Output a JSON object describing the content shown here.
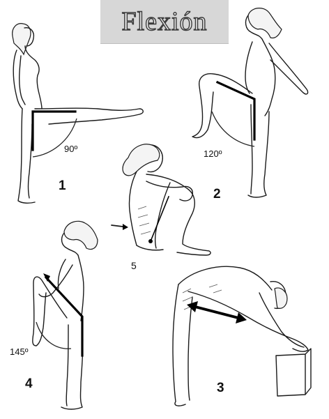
{
  "title": "Flexión",
  "figures": [
    {
      "number": "1",
      "angle": "90º"
    },
    {
      "number": "2",
      "angle": "120º"
    },
    {
      "number": "3",
      "angle": ""
    },
    {
      "number": "4",
      "angle": "145º"
    },
    {
      "number": "5",
      "angle": ""
    }
  ]
}
